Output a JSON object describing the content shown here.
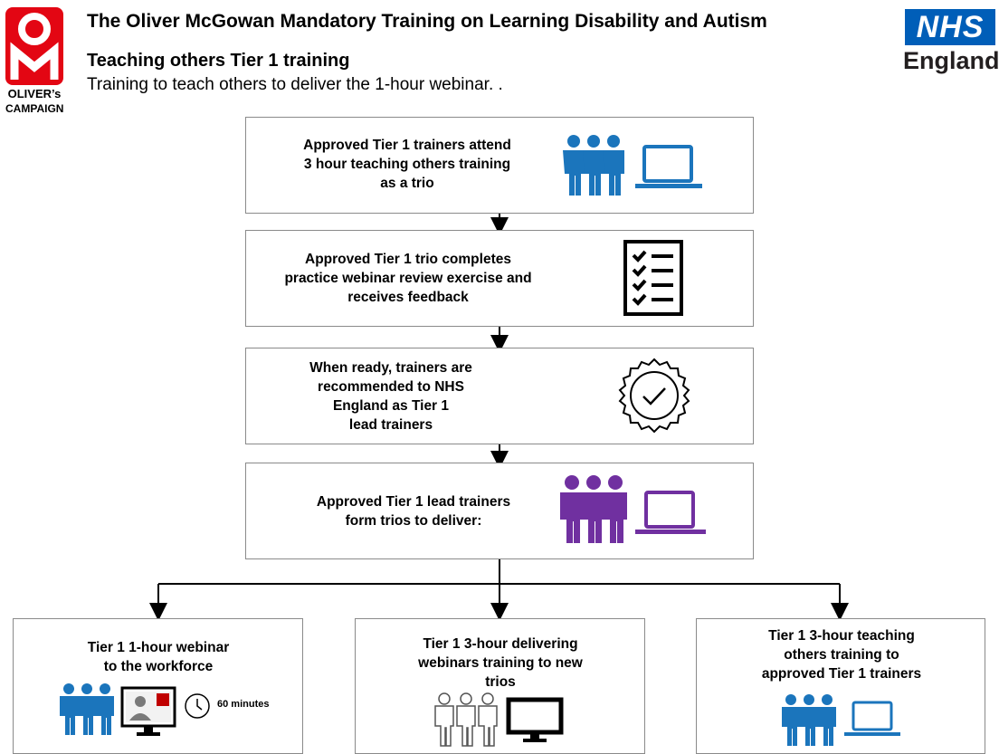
{
  "header": {
    "title": "The Oliver McGowan Mandatory Training on Learning Disability and Autism",
    "subtitle": "Teaching others Tier 1 training",
    "description": "Training to teach others to deliver the 1-hour webinar. .",
    "left_logo": {
      "lines": [
        "OLIVER’s",
        "CAMPAIGN"
      ],
      "mark": "OM",
      "color": "#e30613"
    },
    "right_logo": {
      "badge": "NHS",
      "text": "England",
      "color": "#005EB8"
    }
  },
  "steps": [
    {
      "text": [
        "Approved Tier 1 trainers attend",
        "3 hour teaching others training",
        "as a trio"
      ],
      "icon": "people-laptop-icon",
      "color": "#1b75bc"
    },
    {
      "text": [
        "Approved Tier 1 trio completes",
        "practice webinar review exercise and",
        "receives feedback"
      ],
      "icon": "checklist-icon",
      "color": "#000000"
    },
    {
      "text": [
        "When ready, trainers are",
        "recommended to NHS",
        "England as Tier 1",
        "lead trainers"
      ],
      "icon": "certificate-seal-icon",
      "color": "#000000"
    },
    {
      "text": [
        "Approved Tier 1 lead trainers",
        "form trios to deliver:"
      ],
      "icon": "people-laptop-icon",
      "color": "#7030a0"
    }
  ],
  "outputs": [
    {
      "text": [
        "Tier 1 1-hour webinar",
        "to the workforce"
      ],
      "icon": "people-webinar-clock-icon",
      "clock_label": "60 minutes",
      "color": "#1b75bc"
    },
    {
      "text": [
        "Tier 1 3-hour delivering",
        "webinars training to new",
        "trios"
      ],
      "icon": "people-outline-monitor-icon",
      "color": "#000000"
    },
    {
      "text": [
        "Tier 1 3-hour teaching",
        "others training to",
        "approved Tier 1 trainers"
      ],
      "icon": "people-laptop-icon",
      "color": "#1b75bc"
    }
  ]
}
